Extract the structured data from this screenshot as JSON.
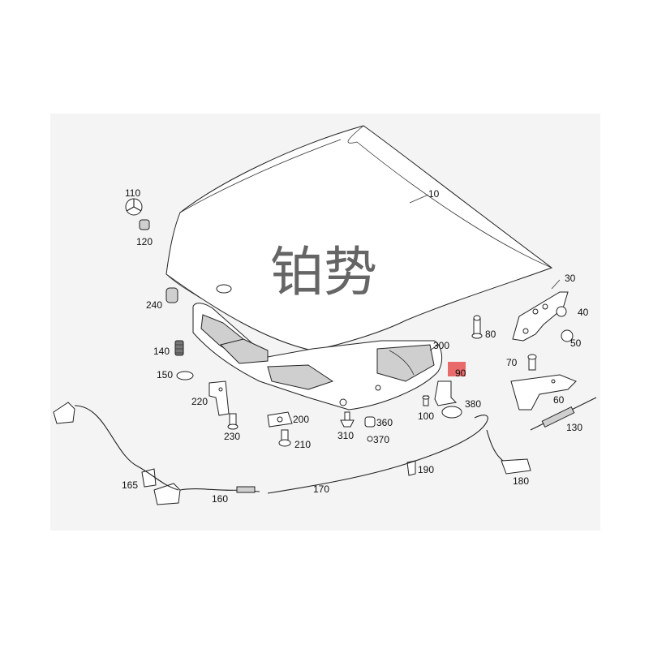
{
  "watermark": "铂势",
  "callouts": [
    {
      "id": "c10",
      "text": "10"
    },
    {
      "id": "c30",
      "text": "30"
    },
    {
      "id": "c40",
      "text": "40"
    },
    {
      "id": "c50",
      "text": "50"
    },
    {
      "id": "c60",
      "text": "60"
    },
    {
      "id": "c70",
      "text": "70"
    },
    {
      "id": "c80",
      "text": "80"
    },
    {
      "id": "c90",
      "text": "90"
    },
    {
      "id": "c100",
      "text": "100"
    },
    {
      "id": "c110",
      "text": "110"
    },
    {
      "id": "c120",
      "text": "120"
    },
    {
      "id": "c130",
      "text": "130"
    },
    {
      "id": "c140",
      "text": "140"
    },
    {
      "id": "c150",
      "text": "150"
    },
    {
      "id": "c160",
      "text": "160"
    },
    {
      "id": "c165",
      "text": "165"
    },
    {
      "id": "c170",
      "text": "170"
    },
    {
      "id": "c180",
      "text": "180"
    },
    {
      "id": "c190",
      "text": "190"
    },
    {
      "id": "c200",
      "text": "200"
    },
    {
      "id": "c210",
      "text": "210"
    },
    {
      "id": "c220",
      "text": "220"
    },
    {
      "id": "c230",
      "text": "230"
    },
    {
      "id": "c240",
      "text": "240"
    },
    {
      "id": "c300",
      "text": "300"
    },
    {
      "id": "c310",
      "text": "310"
    },
    {
      "id": "c360",
      "text": "360"
    },
    {
      "id": "c370",
      "text": "370"
    },
    {
      "id": "c380",
      "text": "380"
    }
  ],
  "colors": {
    "panel": "#f4f4f4",
    "highlight": "#e86a6a",
    "line": "#222222"
  }
}
